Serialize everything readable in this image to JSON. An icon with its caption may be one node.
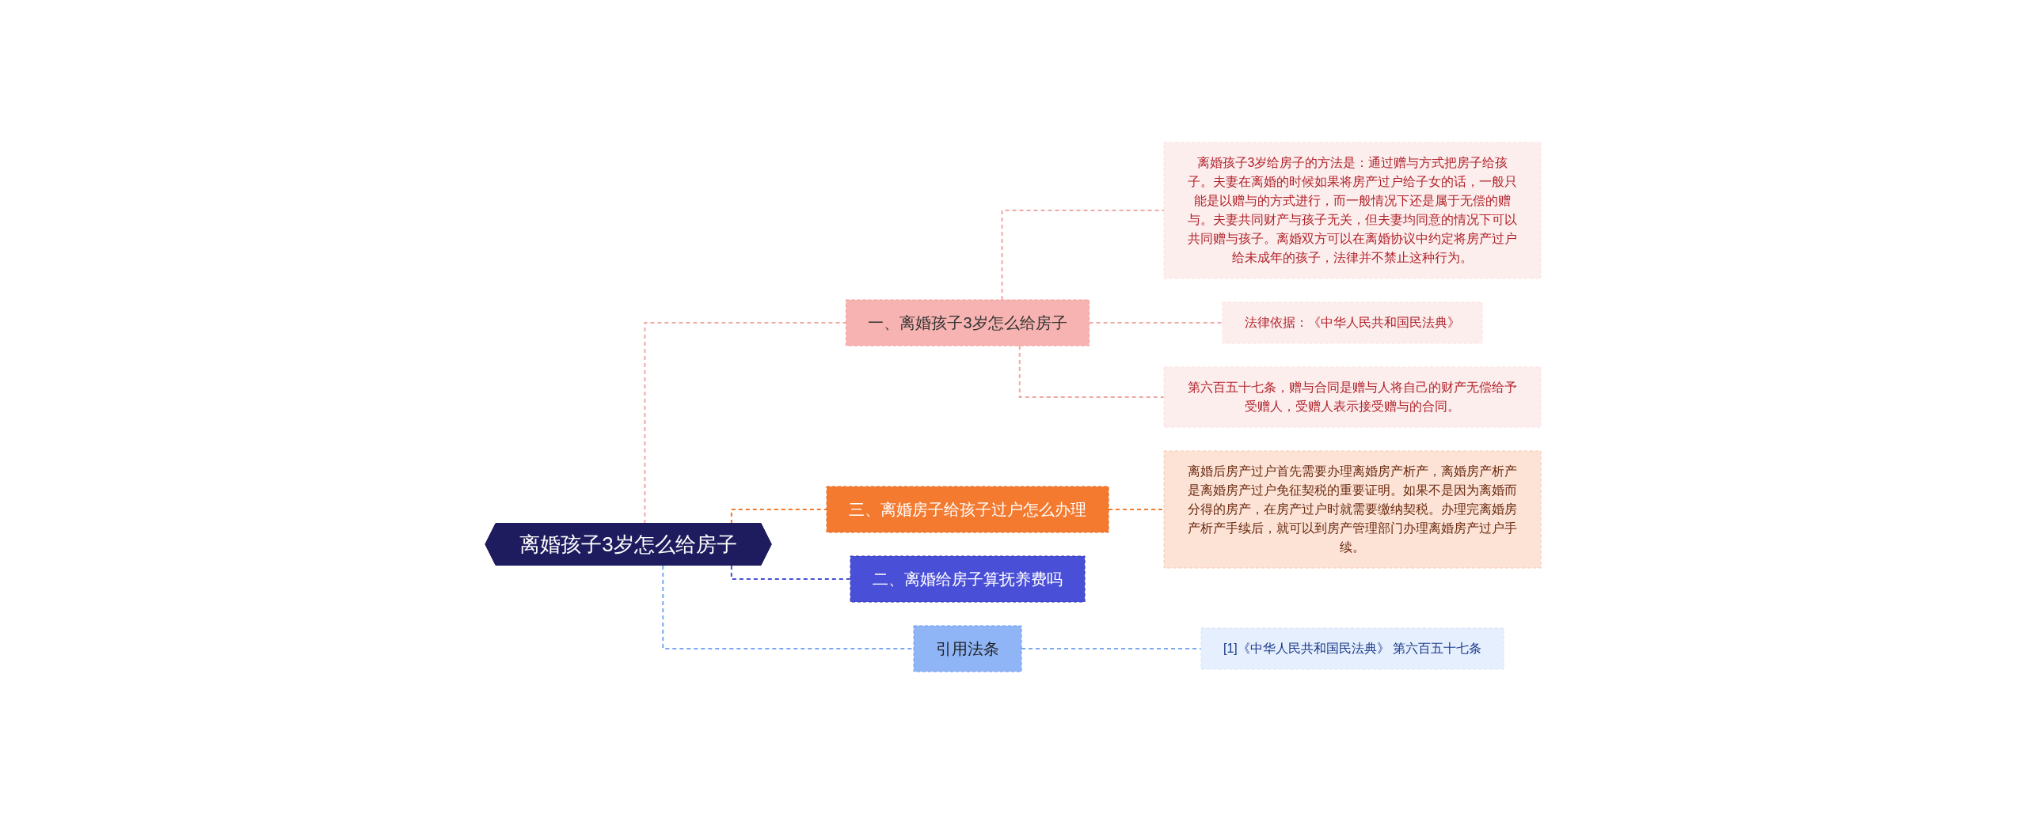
{
  "diagram": {
    "nodes": [
      {
        "text": [
          "离婚孩子3岁怎么给房子"
        ]
      },
      {
        "text": [
          "一、离婚孩子3岁怎么给房子"
        ]
      },
      {
        "text": [
          "离婚孩子3岁给房子的方法是：通过赠与方式把房子给孩子。夫妻在离婚的时候如果将房产过户给子女的话，一般只能是以赠与的方式进行，而一般情况下还是属于无偿的赠与。夫妻共同财产与孩子无关，但夫妻均同意的情况下可以共同赠与孩子。离婚双方可以在离婚协议中约定将房产过户给未成年的孩子，法律并不禁止这种行为。"
        ]
      },
      {
        "text": [
          "法律依据：《中华人民共和国民法典》"
        ]
      },
      {
        "text": [
          "第六百五十七条，赠与合同是赠与人将自己的财产无偿给予受赠人，受赠人表示接受赠与的合同。"
        ]
      },
      {
        "text": [
          "三、离婚房子给孩子过户怎么办理"
        ]
      },
      {
        "text": [
          "离婚后房产过户首先需要办理离婚房产析产，离婚房产析产是离婚房产过户免征契税的重要证明。如果不是因为离婚而分得的房产，在房产过户时就需要缴纳契税。办理完离婚房产析产手续后，就可以到房产管理部门办理离婚房产过户手续。"
        ]
      },
      {
        "text": [
          "二、离婚给房子算抚养费吗"
        ]
      },
      {
        "text": [
          "引用法条"
        ]
      },
      {
        "text": [
          "[1]《中华人民共和国民法典》 第六百五十七条"
        ]
      }
    ],
    "edges": [
      {
        "from": 0,
        "to": 1,
        "arrow": "none",
        "style": "dashed"
      },
      {
        "from": 1,
        "to": 2,
        "arrow": "none",
        "style": "dashed"
      },
      {
        "from": 1,
        "to": 3,
        "arrow": "none",
        "style": "dashed"
      },
      {
        "from": 1,
        "to": 4,
        "arrow": "none",
        "style": "dashed"
      },
      {
        "from": 0,
        "to": 5,
        "arrow": "none",
        "style": "dashed",
        "color": "#f47a30"
      },
      {
        "from": 5,
        "to": 6,
        "arrow": "none",
        "style": "dashed",
        "color": "#f47a30"
      },
      {
        "from": 0,
        "to": 7,
        "arrow": "none",
        "style": "dashed",
        "color": "#4a4fd8"
      },
      {
        "from": 0,
        "to": 8,
        "arrow": "none",
        "style": "dashed",
        "color": "#7aa7f0"
      },
      {
        "from": 8,
        "to": 9,
        "arrow": "none",
        "style": "dashed",
        "color": "#7aa7f0"
      }
    ]
  }
}
